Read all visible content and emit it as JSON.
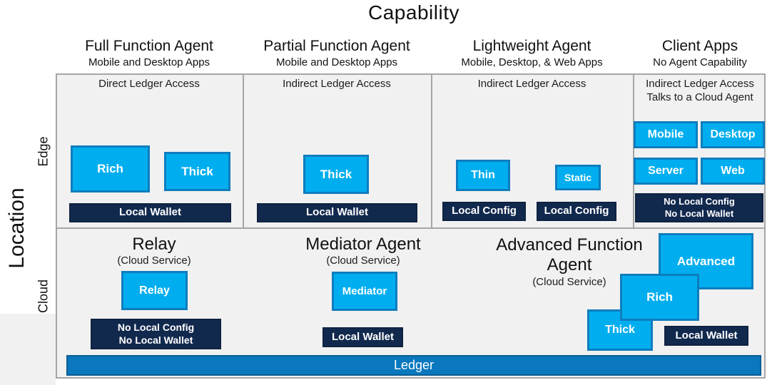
{
  "title": "Capability",
  "location": {
    "axis_label": "Location",
    "edge_label": "Edge",
    "cloud_label": "Cloud"
  },
  "columns": [
    {
      "title": "Full Function Agent",
      "subtitle": "Mobile and Desktop Apps"
    },
    {
      "title": "Partial Function Agent",
      "subtitle": "Mobile and Desktop Apps"
    },
    {
      "title": "Lightweight Agent",
      "subtitle": "Mobile, Desktop, & Web Apps"
    },
    {
      "title": "Client Apps",
      "subtitle": "No Agent Capability"
    }
  ],
  "edge_row": {
    "full_function": {
      "access": "Direct Ledger Access",
      "rich": "Rich",
      "thick": "Thick",
      "wallet": "Local Wallet"
    },
    "partial_function": {
      "access": "Indirect Ledger Access",
      "thick": "Thick",
      "wallet": "Local Wallet"
    },
    "lightweight": {
      "access": "Indirect Ledger Access",
      "thin": "Thin",
      "static": "Static",
      "thin_config": "Local Config",
      "static_config": "Local Config"
    },
    "client_apps": {
      "access_line1": "Indirect Ledger Access",
      "access_line2": "Talks to a Cloud Agent",
      "mobile": "Mobile",
      "desktop": "Desktop",
      "server": "Server",
      "web": "Web",
      "config_line1": "No Local Config",
      "config_line2": "No Local Wallet"
    }
  },
  "cloud_row": {
    "relay": {
      "title": "Relay",
      "subtitle": "(Cloud Service)",
      "box": "Relay",
      "bar_line1": "No Local Config",
      "bar_line2": "No Local Wallet"
    },
    "mediator": {
      "title": "Mediator Agent",
      "subtitle": "(Cloud Service)",
      "box": "Mediator",
      "wallet": "Local Wallet"
    },
    "advanced": {
      "title_line1": "Advanced Function",
      "title_line2": "Agent",
      "subtitle": "(Cloud Service)",
      "advanced_box": "Advanced",
      "rich_box": "Rich",
      "thick_box": "Thick",
      "wallet": "Local Wallet"
    }
  },
  "ledger_label": "Ledger",
  "colors": {
    "box_fill": "#00AEEF",
    "box_border": "#0E7DBE",
    "navy": "#12294E",
    "ledger_blue": "#0978BE",
    "cell_background": "#F1F1F1",
    "grid_border": "#A6A6A6"
  }
}
